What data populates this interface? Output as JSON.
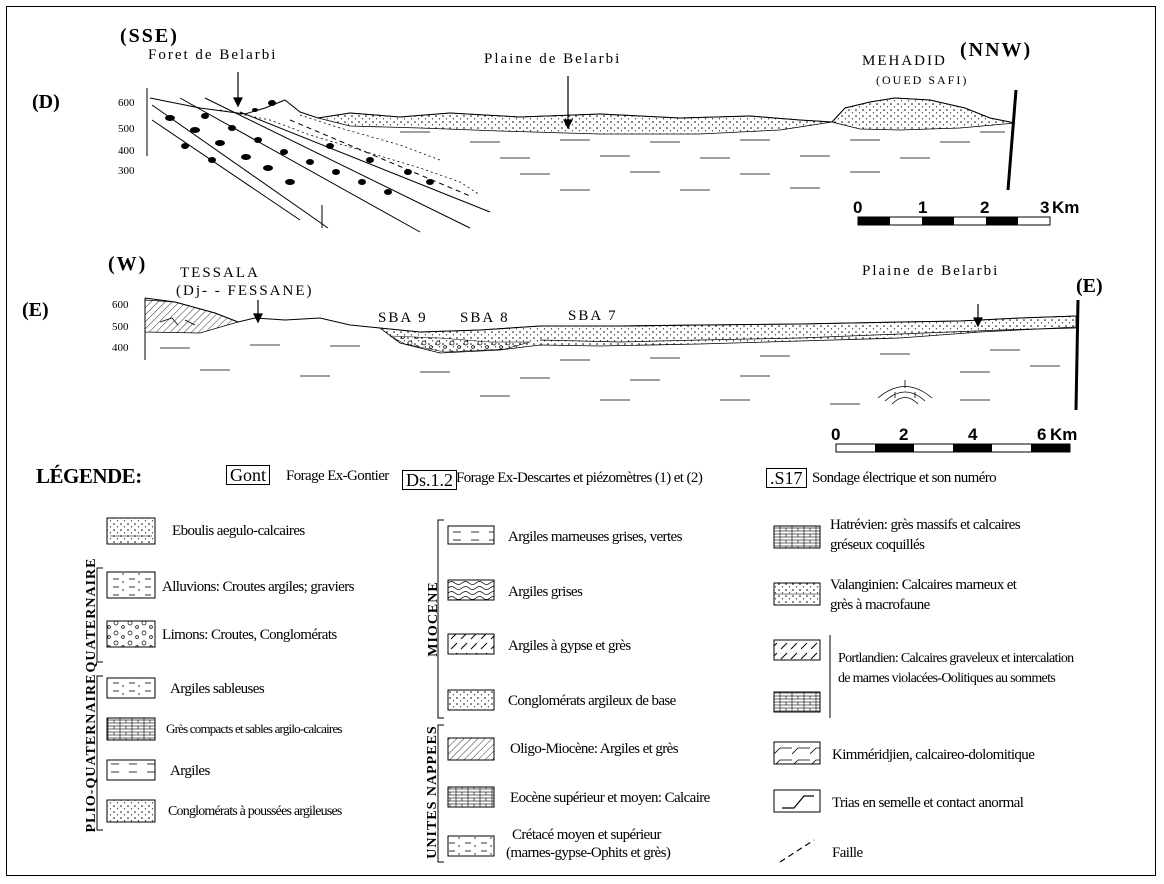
{
  "section_d": {
    "label": "(D)",
    "left_orientation": "(SSE)",
    "right_orientation": "(NNW)",
    "foret": "Foret de Belarbi",
    "plaine": "Plaine de Belarbi",
    "mehadid": "MEHADID",
    "oued": "(OUED SAFI)",
    "altitudes": [
      "600",
      "500",
      "400",
      "300"
    ],
    "scale_ticks": [
      "0",
      "1",
      "2",
      "3"
    ],
    "scale_unit": "Km"
  },
  "section_e": {
    "label": "(E)",
    "left_orientation": "(W)",
    "right_orientation": "(E)",
    "tessala": "TESSALA",
    "fessane": "(Dj- - FESSANE)",
    "plaine": "Plaine de Belarbi",
    "wells": [
      "SBA 9",
      "SBA 8",
      "SBA 7"
    ],
    "altitudes": [
      "600",
      "500",
      "400"
    ],
    "scale_ticks": [
      "0",
      "2",
      "4",
      "6"
    ],
    "scale_unit": "Km"
  },
  "legend_header": {
    "title": "LÉGENDE:",
    "gont_box": "Gont",
    "gont_text": "Forage Ex-Gontier",
    "ds_box": "Ds.1.2",
    "ds_text": "Forage Ex-Descartes et piézomètres (1) et (2)",
    "s17_box": ".S17",
    "s17_text": "Sondage électrique et son numéro"
  },
  "legend": {
    "eboulis": "Eboulis aegulo-calcaires",
    "quaternaire": "QUATERNAIRE",
    "alluvions": "Alluvions: Croutes argiles; graviers",
    "limons": "Limons: Croutes, Conglomérats",
    "plio_quaternaire": "PLIO-QUATERNAIRE",
    "argiles_sableuses": "Argiles sableuses",
    "gres_compacts": "Grès compacts et sables argilo-calcaires",
    "argiles": "Argiles",
    "conglomerats_poussees": "Conglomérats à poussées argileuses",
    "miocene": "MIOCENE",
    "argiles_marneuses": "Argiles marneuses grises, vertes",
    "argiles_grises": "Argiles grises",
    "argiles_gypse": "Argiles à gypse et grès",
    "conglomerats_base": "Conglomérats argileux de base",
    "unites_nappees": "UNITES NAPPEES",
    "oligo_miocene": "Oligo-Miocène: Argiles et grès",
    "eocene": "Eocène supérieur et moyen: Calcaire",
    "cretace_1": "Crétacé moyen et supérieur",
    "cretace_2": "(marnes-gypse-Ophits et grès)",
    "hatrevien_1": "Hatrévien: grès massifs et calcaires",
    "hatrevien_2": "gréseux coquillés",
    "valanginien_1": "Valanginien: Calcaires marneux et",
    "valanginien_2": "grès à macrofaune",
    "portlandien_1": "Portlandien: Calcaires graveleux et intercalation",
    "portlandien_2": "de marnes violacées-Oolitiques au sommets",
    "kimmeridjien": "Kimméridjien, calcaireo-dolomitique",
    "trias": "Trias en semelle et contact anormal",
    "faille": "Faille"
  }
}
